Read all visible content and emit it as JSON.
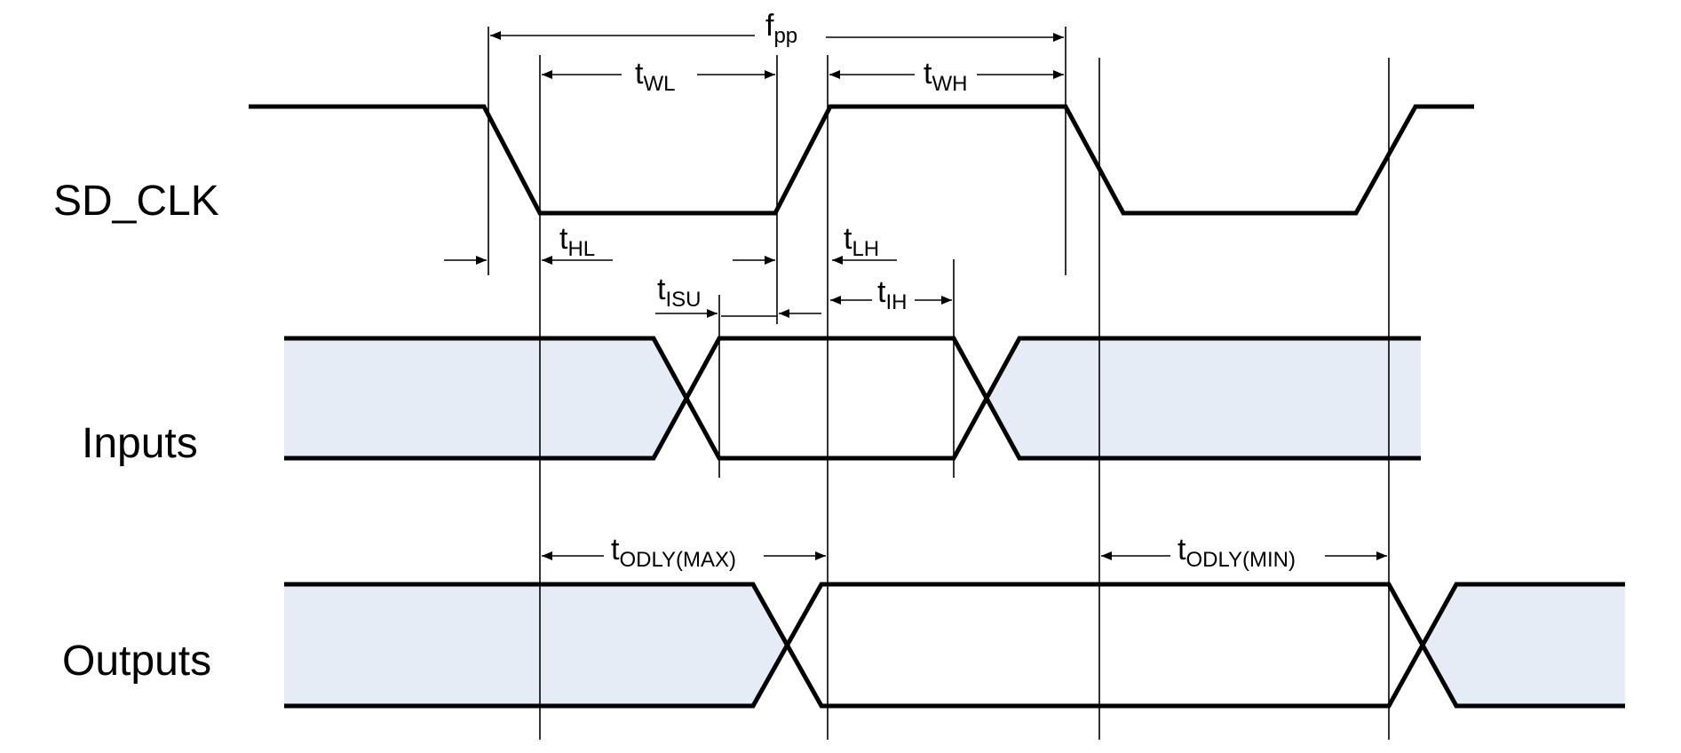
{
  "signals": {
    "clock": "SD_CLK",
    "inputs": "Inputs",
    "outputs": "Outputs"
  },
  "timing": {
    "fpp": {
      "main": "f",
      "sub": "pp"
    },
    "twl": {
      "main": "t",
      "sub": "WL"
    },
    "twh": {
      "main": "t",
      "sub": "WH"
    },
    "thl": {
      "main": "t",
      "sub": "HL"
    },
    "tlh": {
      "main": "t",
      "sub": "LH"
    },
    "tisu": {
      "main": "t",
      "sub": "ISU"
    },
    "tih": {
      "main": "t",
      "sub": "IH"
    },
    "todly_max": {
      "main": "t",
      "sub": "ODLY(MAX)"
    },
    "todly_min": {
      "main": "t",
      "sub": "ODLY(MIN)"
    }
  },
  "colors": {
    "line": "#000000",
    "shade": "#e6ecf6"
  }
}
